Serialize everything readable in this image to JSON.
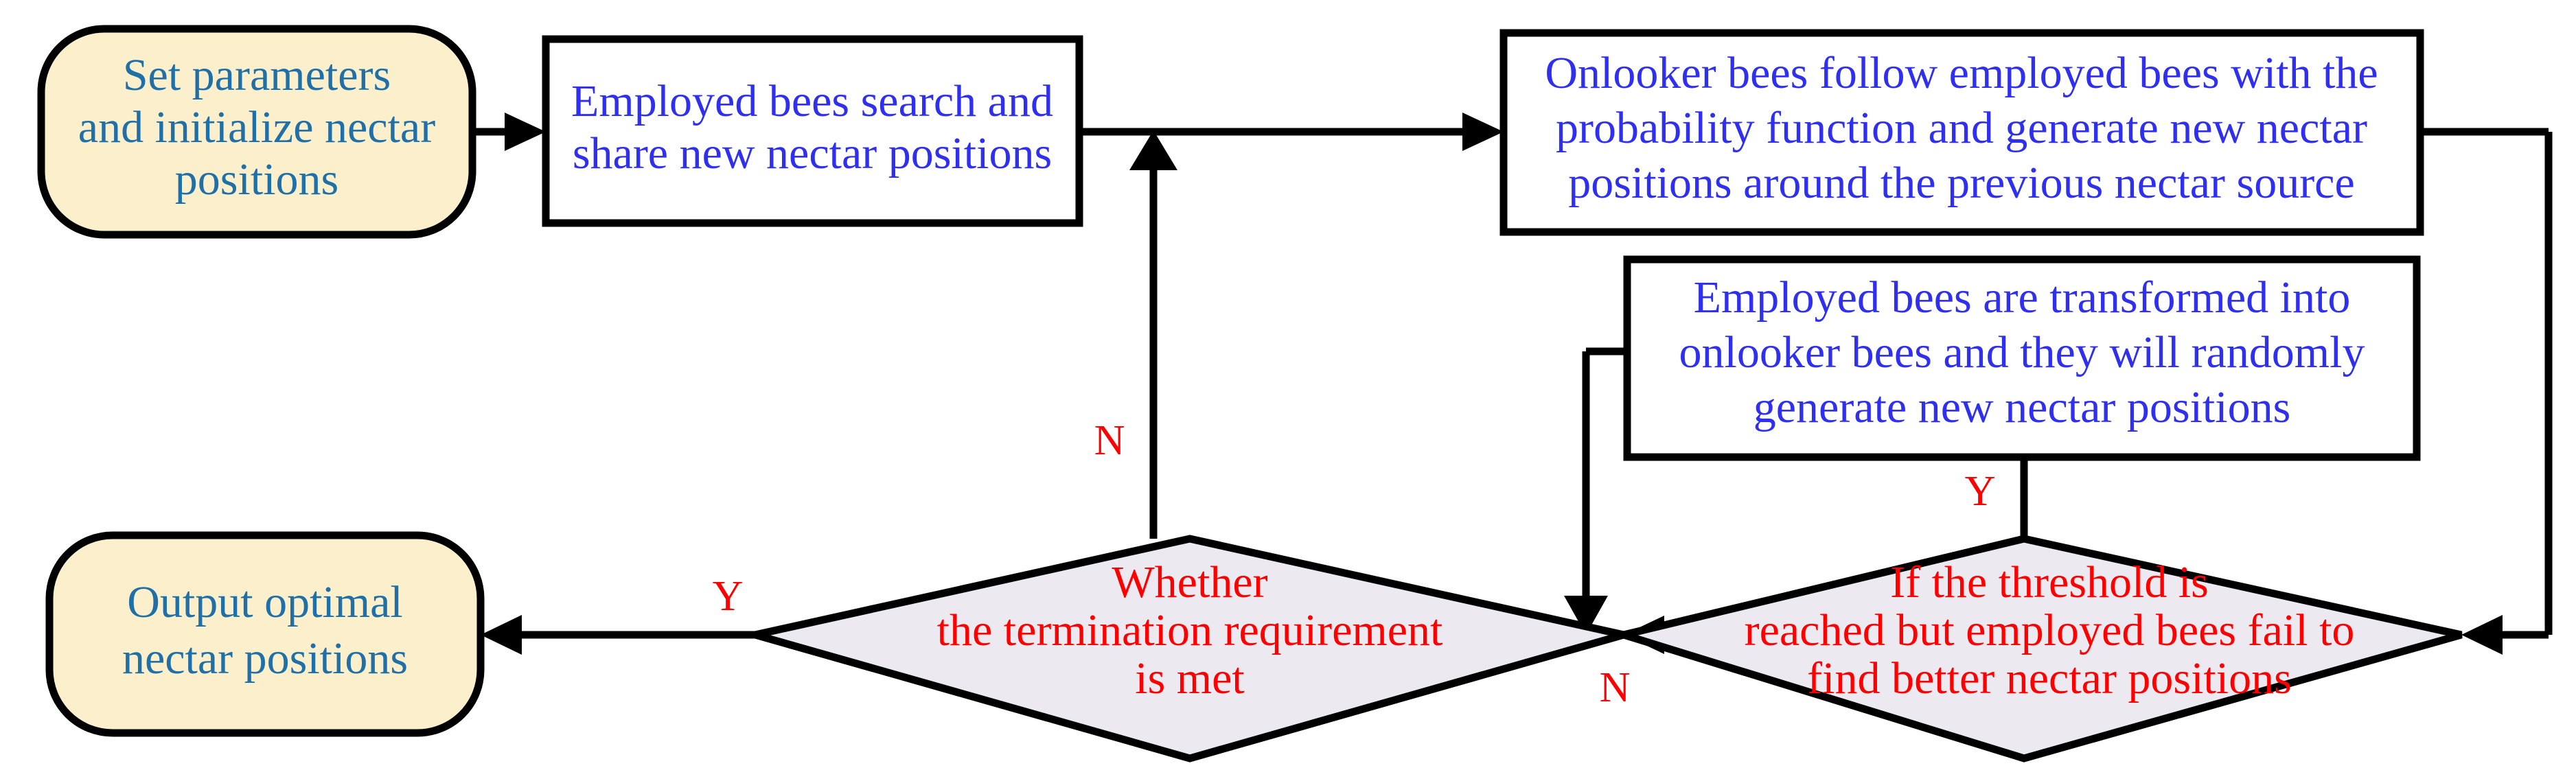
{
  "diagram": {
    "title": "Artificial Bee Colony algorithm flowchart",
    "background": "#FFFFFF",
    "colors": {
      "terminal_fill": "#FBEFCC",
      "terminal_text": "#1F6FA8",
      "process_fill": "#FFFFFF",
      "process_text": "#2F2FEF",
      "decision_fill": "#ECEAF0",
      "decision_text": "#FF0000",
      "edge_label_text": "#FF0000",
      "stroke": "#000000"
    },
    "nodes": [
      {
        "id": "start",
        "type": "terminal",
        "lines": [
          "Set parameters",
          "and initialize nectar",
          "positions"
        ]
      },
      {
        "id": "employed-search",
        "type": "process",
        "lines": [
          "Employed bees search and",
          "share new nectar positions"
        ]
      },
      {
        "id": "onlooker-follow",
        "type": "process",
        "lines": [
          "Onlooker bees follow employed bees with the",
          "probability function and generate  new nectar",
          "positions around the previous nectar source"
        ]
      },
      {
        "id": "scout-transform",
        "type": "process",
        "lines": [
          "Employed bees are transformed into",
          "onlooker bees and they will randomly",
          "generate new nectar positions"
        ]
      },
      {
        "id": "termination-check",
        "type": "decision",
        "lines": [
          "Whether",
          "the termination requirement",
          "is met"
        ]
      },
      {
        "id": "threshold-check",
        "type": "decision",
        "lines": [
          "If the threshold is",
          "reached but employed bees fail to",
          "find better nectar positions"
        ]
      },
      {
        "id": "output",
        "type": "terminal",
        "lines": [
          "Output optimal",
          "nectar positions"
        ]
      }
    ],
    "edge_labels": {
      "termination_no": "N",
      "termination_yes": "Y",
      "threshold_yes": "Y",
      "threshold_no": "N"
    }
  }
}
